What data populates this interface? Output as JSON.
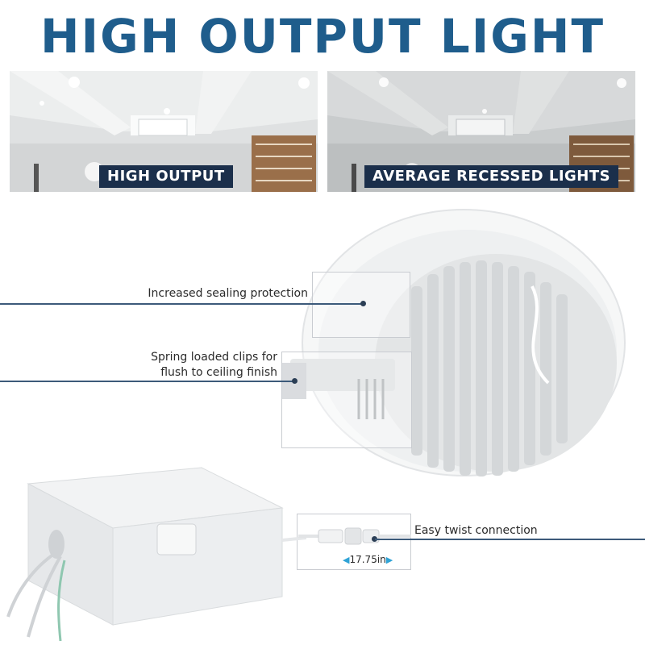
{
  "title": "HIGH OUTPUT LIGHT",
  "comparison": {
    "left_label": "HIGH OUTPUT",
    "right_label": "AVERAGE RECESSED LIGHTS"
  },
  "callouts": {
    "sealing": "Increased sealing protection",
    "clips_line1": "Spring loaded clips for",
    "clips_line2": "flush to ceiling finish",
    "twist": "Easy twist connection"
  },
  "measurement": {
    "value": "17.75in"
  },
  "colors": {
    "title": "#1f5d8c",
    "label_bg": "#1b2f4b",
    "line": "#3c5a7a",
    "arrow": "#2fa3d6"
  }
}
